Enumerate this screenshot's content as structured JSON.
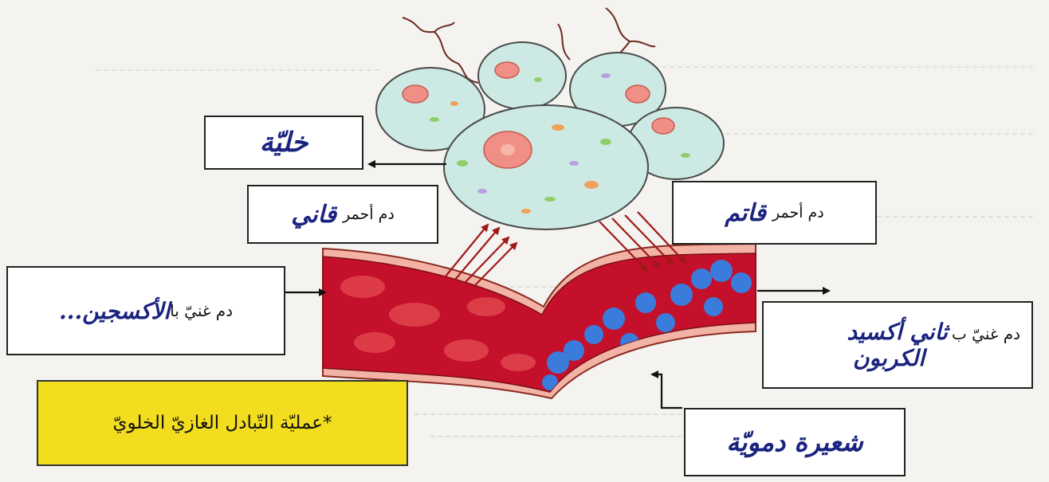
{
  "diagram": {
    "title": "*عمليّة التّبادل الغازيّ الخلويّ",
    "labels": {
      "cell": "خليّة",
      "poor_blood_prefix": "دم أحمر",
      "poor_blood_word": "قاني",
      "dark_blood_prefix": "دم أحمر",
      "dark_blood_word": "قاتم",
      "oxygen_rich_prefix": "دم غنيّ با",
      "oxygen_rich_word": "الأكسجين...",
      "co2_rich_prefix": "دم غنيّ ب",
      "co2_rich_line1": "ثاني أكسيد",
      "co2_rich_line2": "الكربون",
      "capillary": "شعيرة دمويّة"
    }
  },
  "colors": {
    "cell_fill": "#cde9e3",
    "nucleus": "#f08f86",
    "vessel_red": "#c4102a",
    "vessel_wall": "#f2b3a5",
    "co2_blue": "#3a7bdc",
    "title_yellow": "#f2dd1e",
    "handwriting": "#1a237e"
  }
}
